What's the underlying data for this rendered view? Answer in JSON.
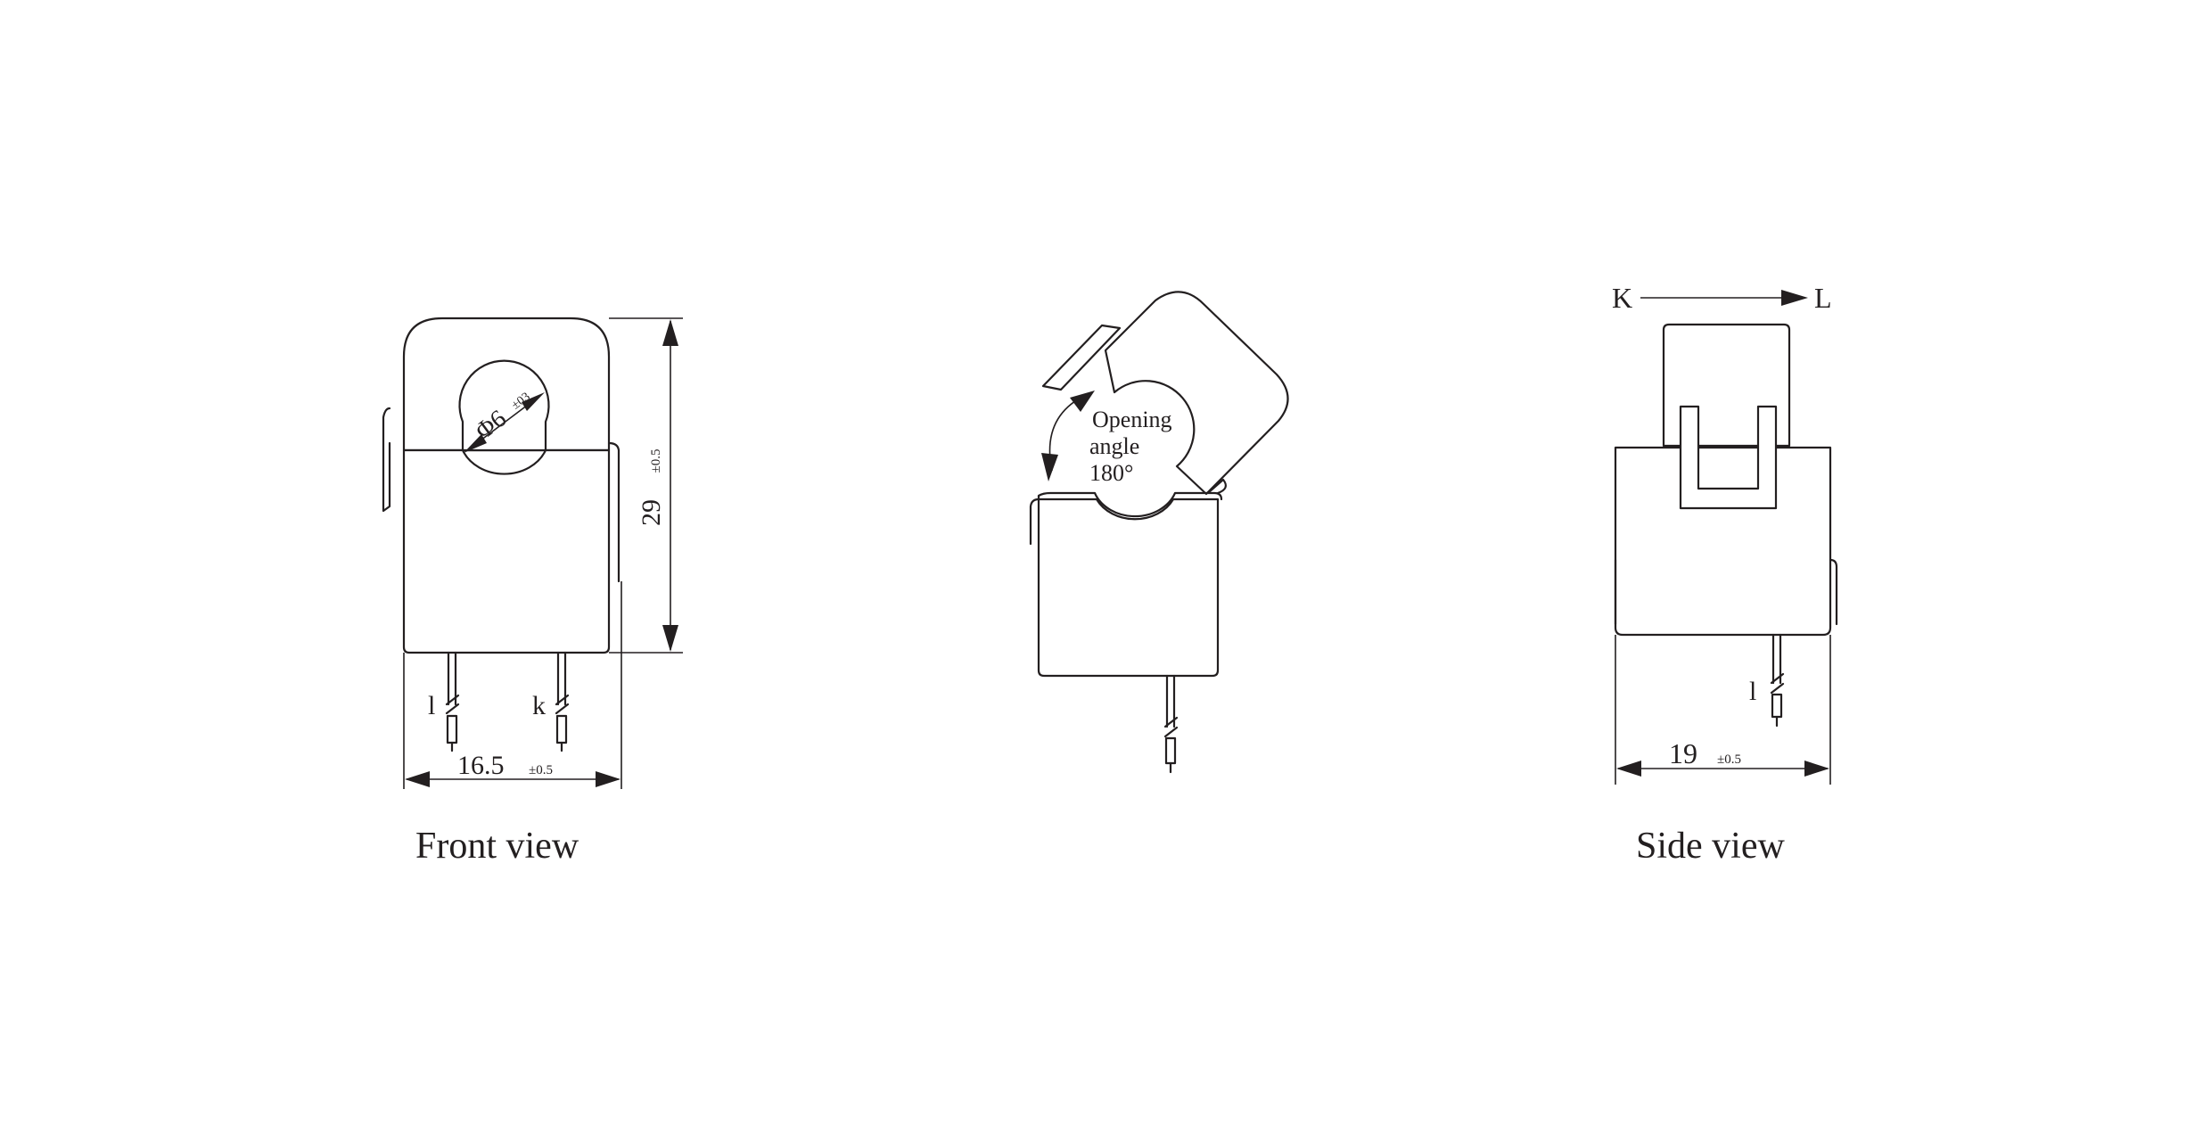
{
  "front_view": {
    "caption": "Front view",
    "diameter": {
      "value": "Φ6",
      "tolerance": "±03"
    },
    "height": {
      "value": "29",
      "tolerance": "±0.5"
    },
    "width": {
      "value": "16.5",
      "tolerance": "±0.5"
    },
    "lead_left": "l",
    "lead_right": "k"
  },
  "open_view": {
    "angle_label": [
      "Opening",
      "angle",
      "180°"
    ]
  },
  "side_view": {
    "caption": "Side view",
    "direction_from": "K",
    "direction_to": "L",
    "width": {
      "value": "19",
      "tolerance": "±0.5"
    },
    "lead": "l"
  },
  "colors": {
    "line": "#231f20",
    "background": "#ffffff"
  }
}
